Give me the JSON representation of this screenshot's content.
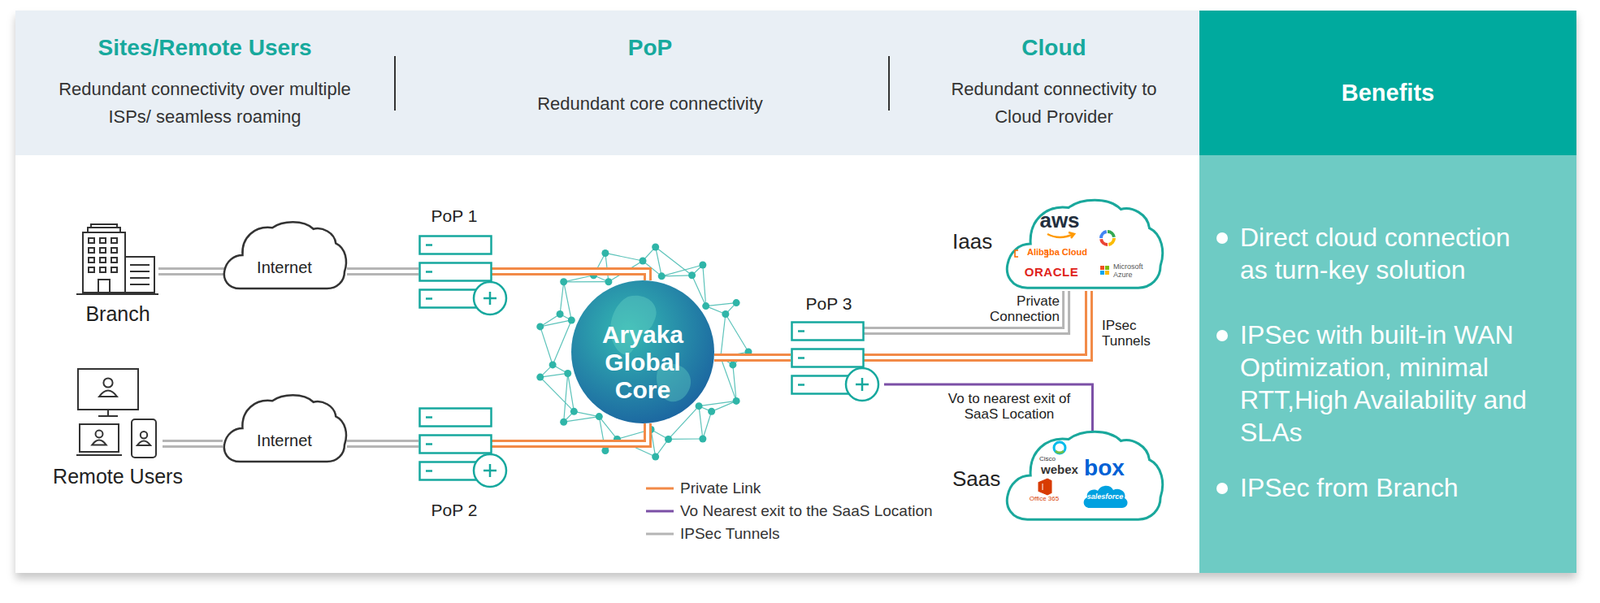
{
  "diagram": {
    "nodes": [
      {
        "text": [
          "Sites/Remote Users",
          "Redundant connectivity over multiple ISPs/ seamless roaming"
        ]
      },
      {
        "text": [
          "PoP",
          "Redundant core connectivity"
        ]
      },
      {
        "text": [
          "Cloud",
          "Redundant connectivity to Cloud Provider"
        ]
      },
      {
        "text": [
          "Benefits"
        ]
      },
      {
        "text": [
          "Direct cloud connection as turn-key solution",
          "IPSec with built-in WAN Optimization, minimal RTT,High Availability and SLAs",
          "IPSec from Branch"
        ]
      },
      {
        "text": [
          "Branch"
        ]
      },
      {
        "text": [
          "Internet"
        ]
      },
      {
        "text": [
          "PoP 1"
        ]
      },
      {
        "text": [
          "Aryaka Global Core"
        ]
      },
      {
        "text": [
          "PoP 3"
        ]
      },
      {
        "text": [
          "Iaas",
          "aws",
          "Alibaba Cloud",
          "ORACLE",
          "Microsoft Azure"
        ]
      },
      {
        "text": [
          "Remote Users"
        ]
      },
      {
        "text": [
          "Internet"
        ]
      },
      {
        "text": [
          "PoP 2"
        ]
      },
      {
        "text": [
          "Saas",
          "Cisco",
          "webex",
          "box",
          "Office 365",
          "salesforce"
        ]
      }
    ],
    "edges": [
      {
        "from": 5,
        "to": 6,
        "arrow": "none"
      },
      {
        "from": 6,
        "to": 7,
        "arrow": "none"
      },
      {
        "from": 7,
        "to": 8,
        "arrow": "none"
      },
      {
        "from": 11,
        "to": 12,
        "arrow": "none"
      },
      {
        "from": 12,
        "to": 13,
        "arrow": "none"
      },
      {
        "from": 13,
        "to": 8,
        "arrow": "none"
      },
      {
        "from": 8,
        "to": 9,
        "arrow": "none"
      },
      {
        "from": 9,
        "to": 10,
        "label": "Private Connection",
        "arrow": "none"
      },
      {
        "from": 9,
        "to": 10,
        "label": "IPsec Tunnels",
        "arrow": "none"
      },
      {
        "from": 9,
        "to": 14,
        "label": "Vo to nearest exit of SaaS Location",
        "arrow": "none"
      }
    ],
    "legend": [
      {
        "text": "Private Link"
      },
      {
        "text": "Vo Nearest exit to the SaaS Location"
      },
      {
        "text": "IPSec Tunnels"
      }
    ]
  }
}
